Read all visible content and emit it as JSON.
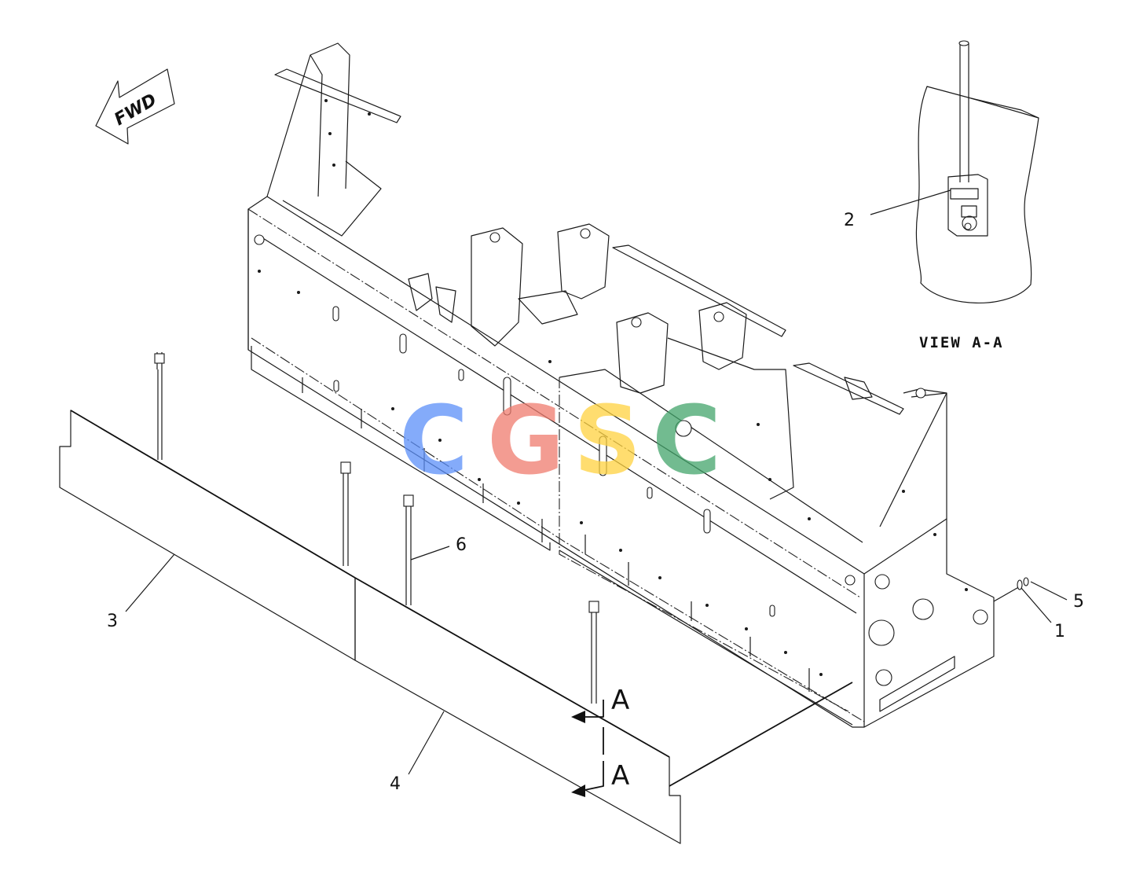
{
  "orientation": {
    "label": "FWD"
  },
  "inset": {
    "caption": "VIEW A-A",
    "callout": "2"
  },
  "callouts": [
    {
      "id": "1",
      "label": "1"
    },
    {
      "id": "3",
      "label": "3"
    },
    {
      "id": "4",
      "label": "4"
    },
    {
      "id": "5",
      "label": "5"
    },
    {
      "id": "6",
      "label": "6"
    }
  ],
  "section_markers": {
    "top": "A",
    "bottom": "A"
  },
  "watermark": {
    "letters": [
      "C",
      "G",
      "S",
      "C"
    ],
    "colors": [
      "#5b8ff9",
      "#f07c6e",
      "#ffd23f",
      "#43a56b"
    ]
  }
}
